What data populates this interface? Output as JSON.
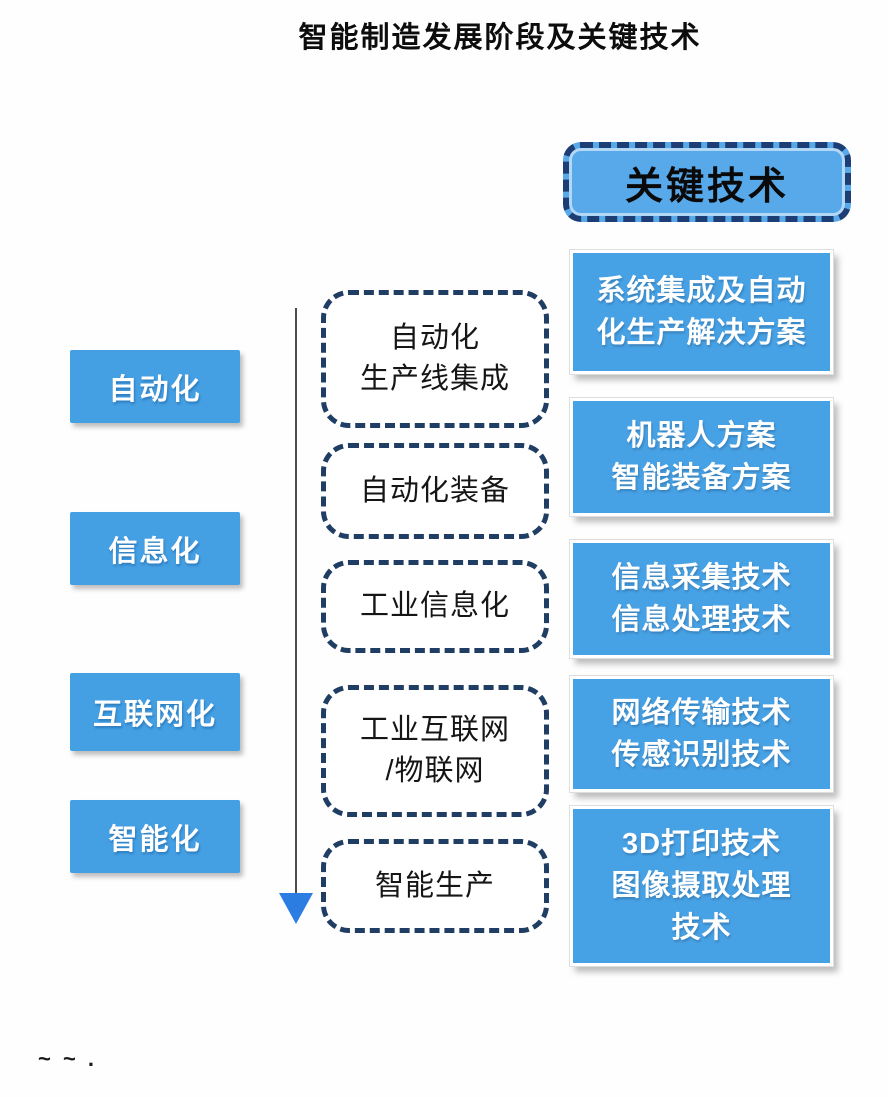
{
  "title": "智能制造发展阶段及关键技术",
  "key_tech_header": "关键技术",
  "stages": [
    "自动化",
    "信息化",
    "互联网化",
    "智能化"
  ],
  "middle_boxes": [
    "自动化\n生产线集成",
    "自动化装备",
    "工业信息化",
    "工业互联网\n/物联网",
    "智能生产"
  ],
  "right_boxes": [
    "系统集成及自动\n化生产解决方案",
    "机器人方案\n智能装备方案",
    "信息采集技术\n信息处理技术",
    "网络传输技术\n传感识别技术",
    "3D打印技术\n图像摄取处理\n技术"
  ],
  "corner_marks": "~ ~ .",
  "colors": {
    "box_blue": "#449fe3",
    "right_box_blue": "#47a2e5",
    "header_blue": "#58a9ea",
    "dashed_border_navy": "#1c3e74",
    "arrow_blue": "#2c7de2",
    "text_white": "#ffffff",
    "text_black": "#0d0d0d"
  }
}
